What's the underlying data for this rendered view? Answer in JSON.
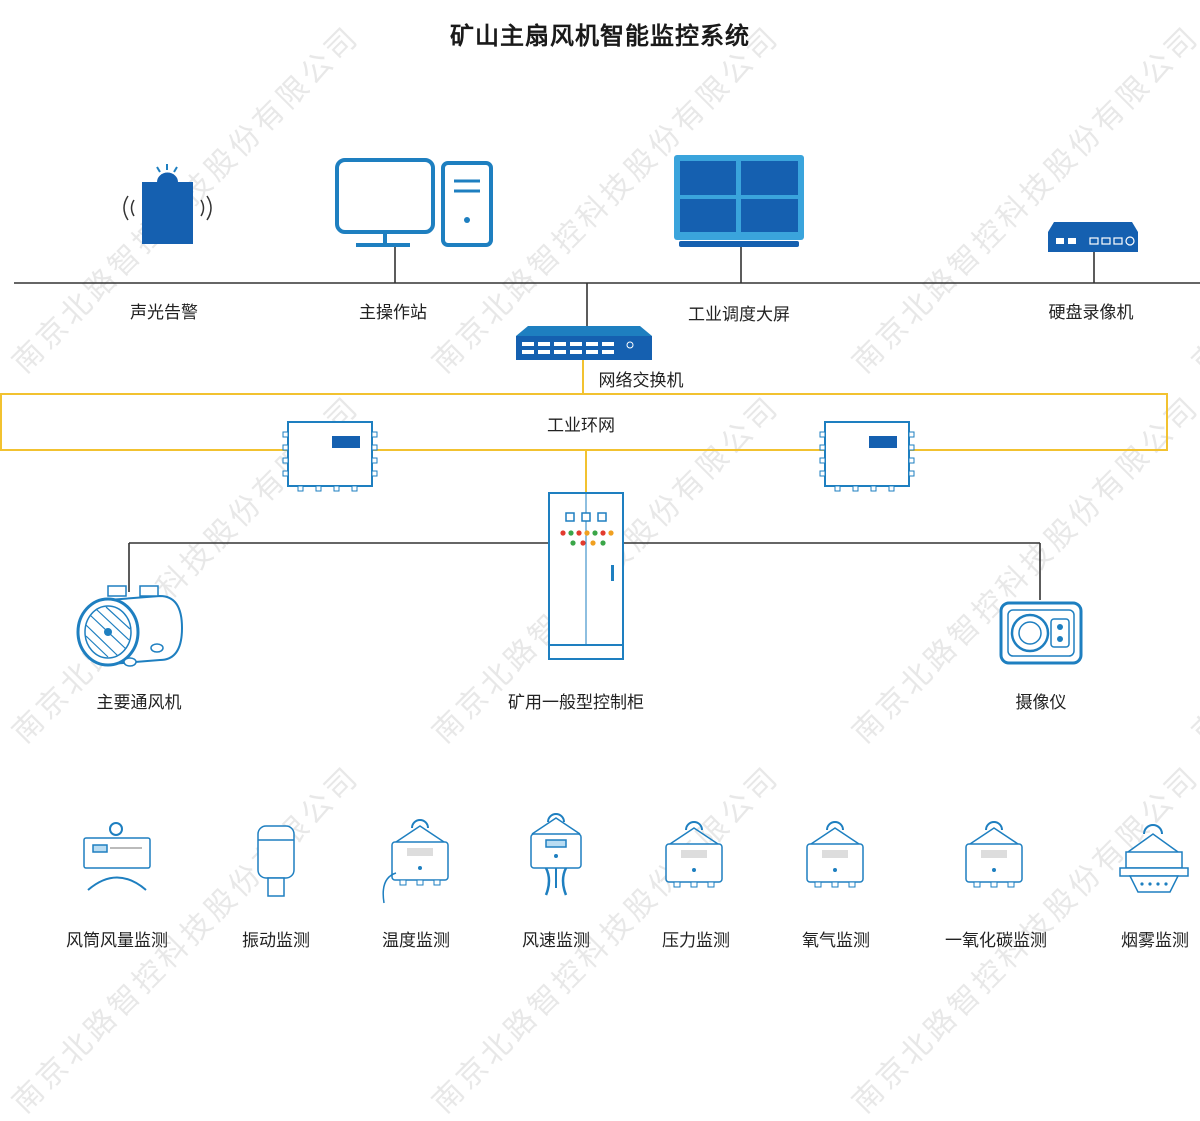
{
  "title": "矿山主扇风机智能监控系统",
  "watermark": "南京北路智控科技股份有限公司",
  "top_devices": {
    "alarm": "声光告警",
    "workstation": "主操作站",
    "big_screen": "工业调度大屏",
    "nvr": "硬盘录像机"
  },
  "switch": "网络交换机",
  "ring": "工业环网",
  "middle_devices": {
    "fan": "主要通风机",
    "cabinet": "矿用一般型控制柜",
    "camera": "摄像仪"
  },
  "sensors": [
    "风筒风量监测",
    "振动监测",
    "温度监测",
    "风速监测",
    "压力监测",
    "氧气监测",
    "一氧化碳监测",
    "烟雾监测"
  ],
  "colors": {
    "blue_dark": "#1560b0",
    "blue_line": "#1e7fc0",
    "ring_yellow": "#f2c230",
    "bus_line": "#333333"
  }
}
